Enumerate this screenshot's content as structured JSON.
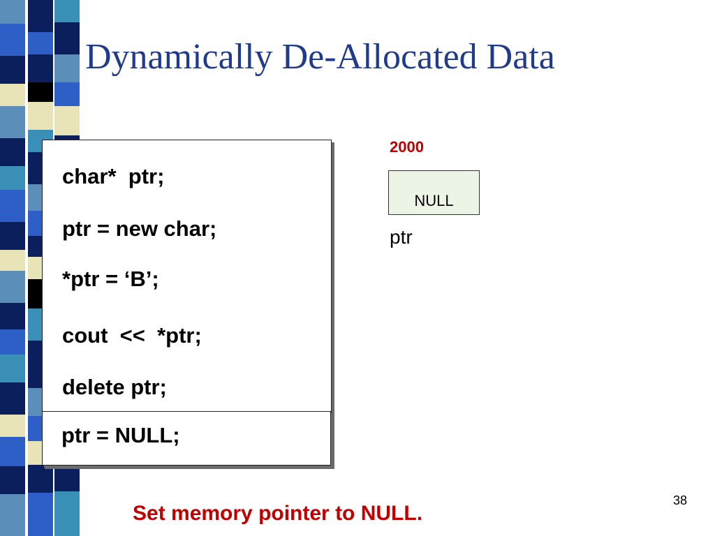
{
  "slide": {
    "title": "Dynamically De-Allocated Data",
    "code_lines": [
      "char*  ptr;",
      "ptr = new char;",
      "*ptr = ‘B’;",
      "cout  <<  *ptr;",
      "delete ptr;"
    ],
    "highlighted_line": "ptr = NULL;",
    "memory": {
      "address": "2000",
      "cell_value": "NULL",
      "variable_name": "ptr"
    },
    "caption": "Set memory pointer to NULL.",
    "page_number": "38"
  },
  "colors": {
    "title": "#1f3b8a",
    "accent_red": "#c00000",
    "cell_fill": "#ecf4e6",
    "strip_dark": "#0a1f5c",
    "strip_mid": "#2e5fc7",
    "strip_teal": "#3a8fb7",
    "strip_light": "#e8e4b8",
    "strip_black": "#000000"
  }
}
